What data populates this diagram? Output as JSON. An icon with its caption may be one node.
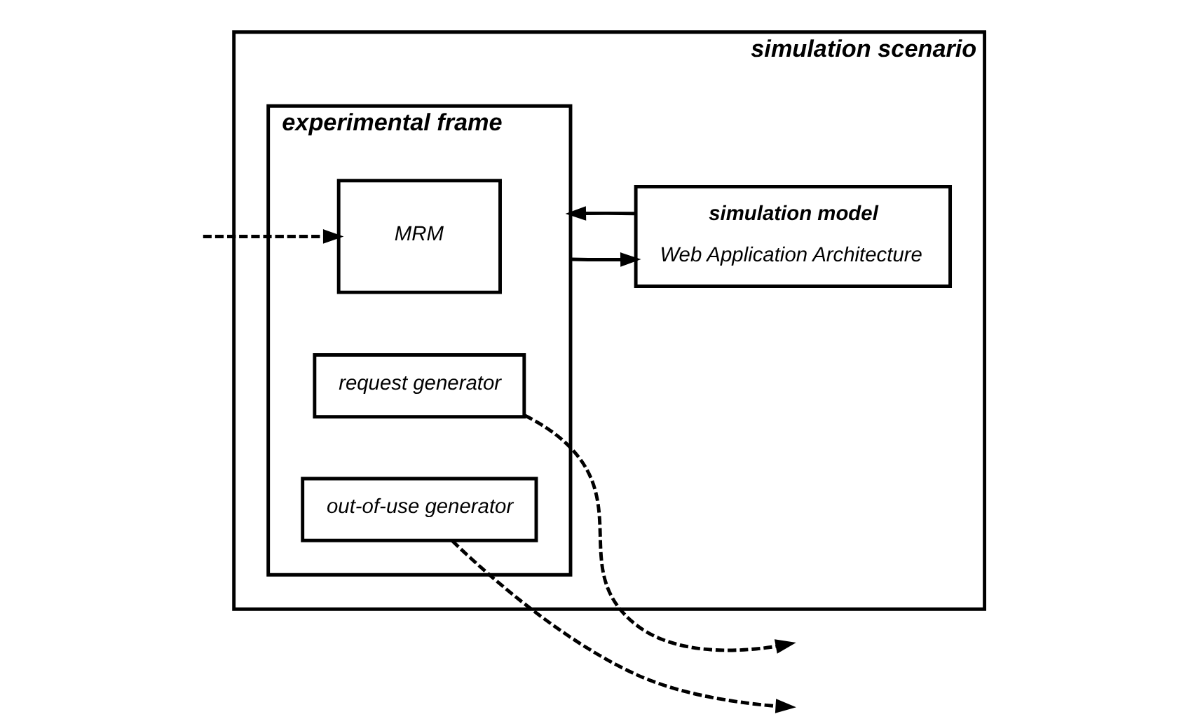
{
  "diagram": {
    "nodes": [
      {
        "text": [
          "simulation scenario"
        ]
      },
      {
        "text": [
          "experimental frame"
        ],
        "in": 0
      },
      {
        "text": [
          "MRM"
        ],
        "in": 1
      },
      {
        "text": [
          "request generator"
        ],
        "in": 1
      },
      {
        "text": [
          "out-of-use generator"
        ],
        "in": 1
      },
      {
        "text": [
          "simulation model",
          "Web Application Architecture"
        ],
        "in": 0
      }
    ],
    "edges": [
      {
        "from": null,
        "to": 2,
        "arrow": "to",
        "style": "dashed"
      },
      {
        "from": 3,
        "to": null,
        "arrow": "to",
        "style": "dashed"
      },
      {
        "from": 4,
        "to": null,
        "arrow": "to",
        "style": "dashed"
      },
      {
        "from": 1,
        "to": 5,
        "arrow": "to"
      },
      {
        "from": 5,
        "to": 1,
        "arrow": "to"
      }
    ]
  }
}
